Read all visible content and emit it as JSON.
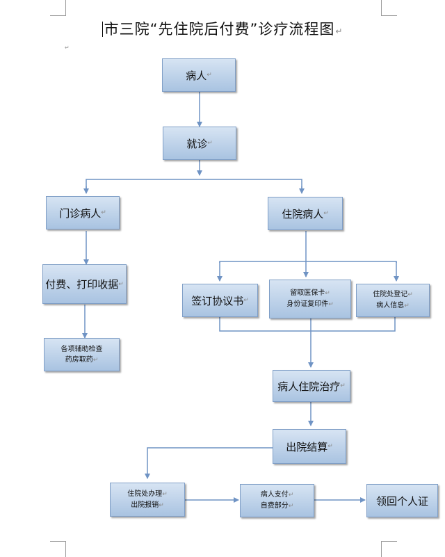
{
  "title": "市三院“先住院后付费”诊疗流程图",
  "paragraph_mark": "↵",
  "nodes": {
    "patient": "病人",
    "consult": "就诊",
    "outpatient": "门诊病人",
    "inpatient": "住院病人",
    "pay_print": "付费、打印收据",
    "exams": [
      "各项辅助检查",
      "药房取药"
    ],
    "sign_agreement": "签订协议书",
    "insurance_copy": [
      "留取医保卡",
      "身份证复印件"
    ],
    "register_info": [
      "住院处登记",
      "病人信息"
    ],
    "treatment": "病人住院治疗",
    "discharge": "出院结算",
    "reimburse": [
      "住院处办理",
      "出院报销"
    ],
    "self_pay": [
      "病人支付",
      "自费部分"
    ],
    "certificate": "领回个人证"
  }
}
